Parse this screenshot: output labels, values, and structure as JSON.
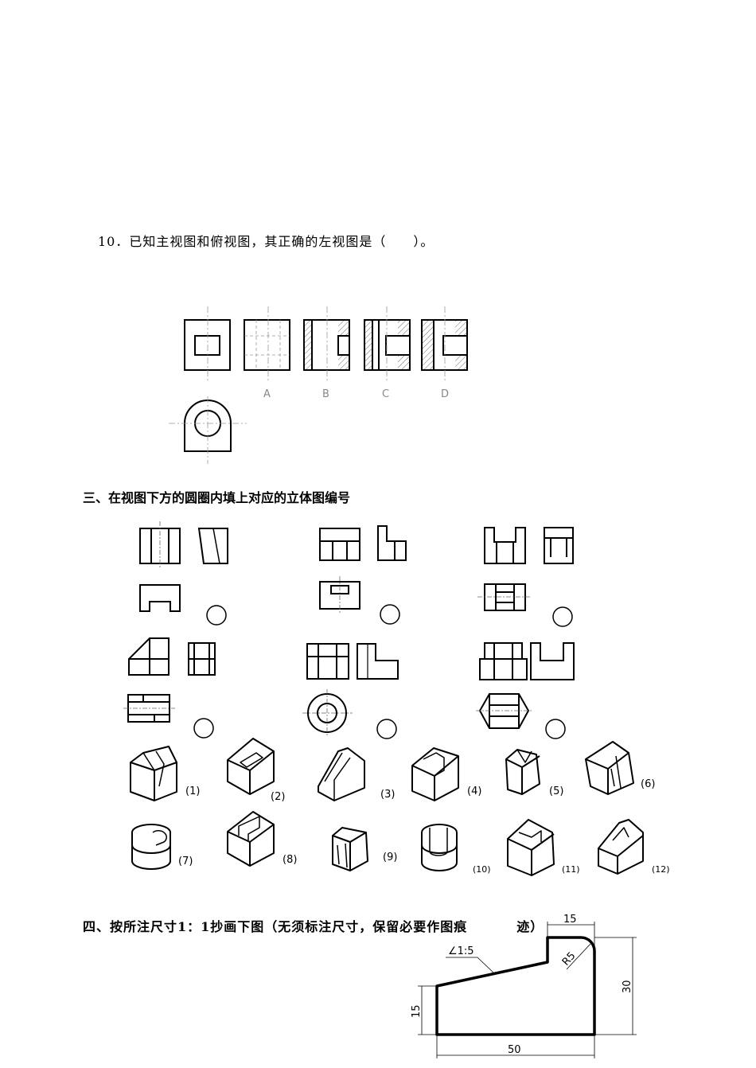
{
  "q10": {
    "text": "10．已知主视图和俯视图，其正确的左视图是（　　）。",
    "option_labels": [
      "A",
      "B",
      "C",
      "D"
    ]
  },
  "section3": {
    "title": "三、在视图下方的圆圈内填上对应的立体图编号",
    "iso_labels": [
      "(1)",
      "(2)",
      "(3)",
      "(4)",
      "(5)",
      "(6)",
      "(7)",
      "(8)",
      "(9)",
      "(10)",
      "(11)",
      "(12)"
    ]
  },
  "section4": {
    "title_part1": "四、按所注尺寸1：1抄画下图（无须标注尺寸，保留必要作图痕",
    "title_part2": "迹）",
    "dims": {
      "top_width": "15",
      "radius": "R5",
      "slope": "∠1:5",
      "height_right": "30",
      "height_left": "15",
      "bottom_width": "50"
    }
  }
}
